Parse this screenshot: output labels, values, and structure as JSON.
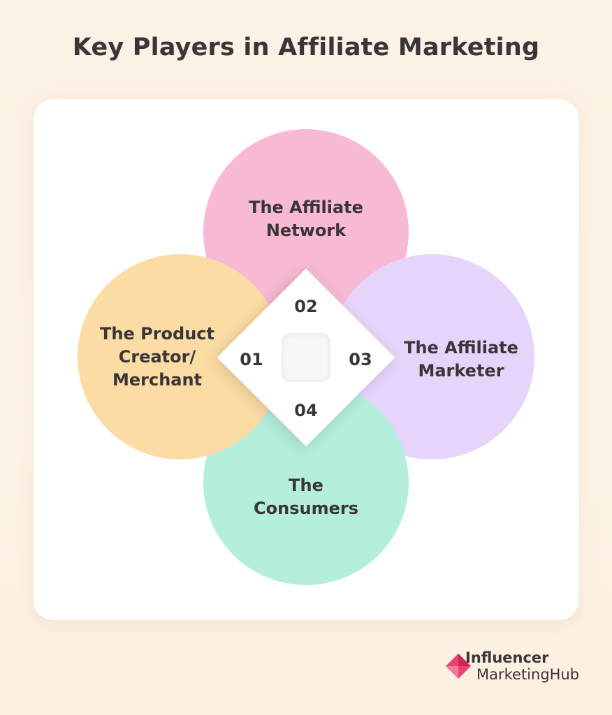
{
  "title": "Key Players in Affiliate Marketing",
  "players": [
    {
      "number": "01",
      "label_lines": [
        "The Product",
        "Creator/",
        "Merchant"
      ],
      "color": "#fbdca4"
    },
    {
      "number": "02",
      "label_lines": [
        "The Affiliate",
        "Network"
      ],
      "color": "#f7b9d3"
    },
    {
      "number": "03",
      "label_lines": [
        "The Affiliate",
        "Marketer"
      ],
      "color": "#e6d4fb"
    },
    {
      "number": "04",
      "label_lines": [
        "The",
        "Consumers"
      ],
      "color": "#b4efdc"
    }
  ],
  "brand": {
    "line1": "Influencer",
    "line2": "MarketingHub",
    "logo_icon": "pink-diamond-logo-icon",
    "accent_color": "#e8426f"
  }
}
